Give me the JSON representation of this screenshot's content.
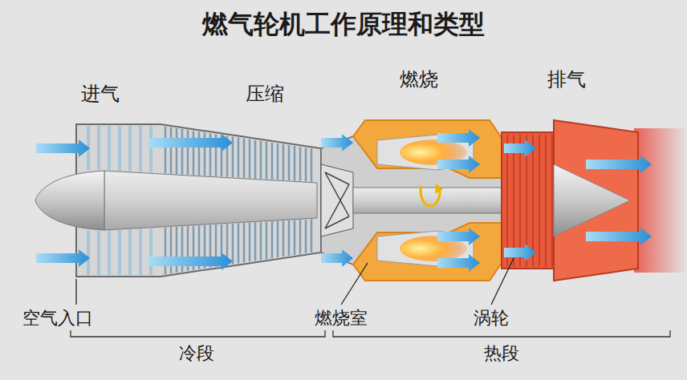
{
  "diagram": {
    "title": "燃气轮机工作原理和类型",
    "labels": [
      "进气",
      "压缩",
      "燃烧",
      "排气",
      "空气入口",
      "燃烧室",
      "涡轮",
      "冷段",
      "热段"
    ]
  }
}
